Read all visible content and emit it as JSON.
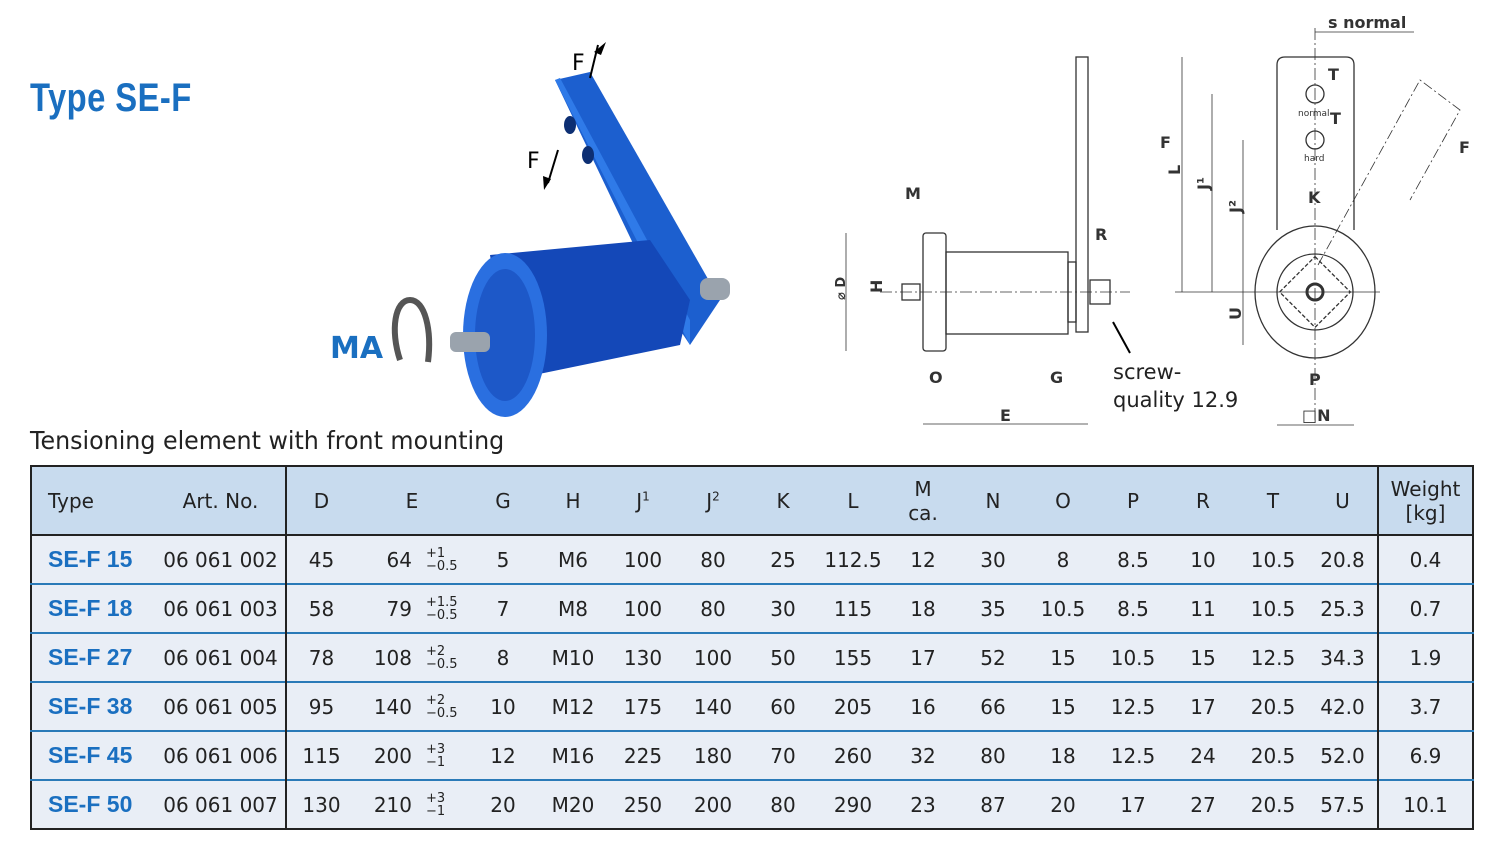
{
  "title": "Type SE-F",
  "subtitle": "Tensioning element with front mounting",
  "photo_labels": {
    "force_top": "F",
    "force_mid": "F",
    "torque": "MA"
  },
  "drawing_labels": {
    "M": "M",
    "D": "⌀ D",
    "H": "H",
    "R": "R",
    "O": "O",
    "G": "G",
    "E": "E",
    "screw_line1": "screw-",
    "screw_line2": "quality 12.9",
    "s_normal": "s normal",
    "T1": "T",
    "T2": "T",
    "normal": "normal",
    "hard": "hard",
    "F_left": "F",
    "F_right": "F",
    "L": "L",
    "J1": "J¹",
    "J2": "J²",
    "K": "K",
    "U": "U",
    "P": "P",
    "N": "□N"
  },
  "table": {
    "headers": {
      "type": "Type",
      "art": "Art. No.",
      "D": "D",
      "E": "E",
      "G": "G",
      "H": "H",
      "J1": "J",
      "J1_sup": "1",
      "J2": "J",
      "J2_sup": "2",
      "K": "K",
      "L": "L",
      "M": "M",
      "M_sub": "ca.",
      "N": "N",
      "O": "O",
      "P": "P",
      "R": "R",
      "T": "T",
      "U": "U",
      "weight": "Weight",
      "weight_unit": "[kg]"
    },
    "rows": [
      {
        "type": "SE-F 15",
        "art": "06 061 002",
        "D": "45",
        "E": "64",
        "E_plus": "+1",
        "E_minus": "−0.5",
        "G": "5",
        "H": "M6",
        "J1": "100",
        "J2": "80",
        "K": "25",
        "L": "112.5",
        "M": "12",
        "N": "30",
        "O": "8",
        "P": "8.5",
        "R": "10",
        "T": "10.5",
        "U": "20.8",
        "weight": "0.4"
      },
      {
        "type": "SE-F 18",
        "art": "06 061 003",
        "D": "58",
        "E": "79",
        "E_plus": "+1.5",
        "E_minus": "−0.5",
        "G": "7",
        "H": "M8",
        "J1": "100",
        "J2": "80",
        "K": "30",
        "L": "115",
        "M": "18",
        "N": "35",
        "O": "10.5",
        "P": "8.5",
        "R": "11",
        "T": "10.5",
        "U": "25.3",
        "weight": "0.7"
      },
      {
        "type": "SE-F 27",
        "art": "06 061 004",
        "D": "78",
        "E": "108",
        "E_plus": "+2",
        "E_minus": "−0.5",
        "G": "8",
        "H": "M10",
        "J1": "130",
        "J2": "100",
        "K": "50",
        "L": "155",
        "M": "17",
        "N": "52",
        "O": "15",
        "P": "10.5",
        "R": "15",
        "T": "12.5",
        "U": "34.3",
        "weight": "1.9"
      },
      {
        "type": "SE-F 38",
        "art": "06 061 005",
        "D": "95",
        "E": "140",
        "E_plus": "+2",
        "E_minus": "−0.5",
        "G": "10",
        "H": "M12",
        "J1": "175",
        "J2": "140",
        "K": "60",
        "L": "205",
        "M": "16",
        "N": "66",
        "O": "15",
        "P": "12.5",
        "R": "17",
        "T": "20.5",
        "U": "42.0",
        "weight": "3.7"
      },
      {
        "type": "SE-F 45",
        "art": "06 061 006",
        "D": "115",
        "E": "200",
        "E_plus": "+3",
        "E_minus": "−1",
        "G": "12",
        "H": "M16",
        "J1": "225",
        "J2": "180",
        "K": "70",
        "L": "260",
        "M": "32",
        "N": "80",
        "O": "18",
        "P": "12.5",
        "R": "24",
        "T": "20.5",
        "U": "52.0",
        "weight": "6.9"
      },
      {
        "type": "SE-F 50",
        "art": "06 061 007",
        "D": "130",
        "E": "210",
        "E_plus": "+3",
        "E_minus": "−1",
        "G": "20",
        "H": "M20",
        "J1": "250",
        "J2": "200",
        "K": "80",
        "L": "290",
        "M": "23",
        "N": "87",
        "O": "20",
        "P": "17",
        "R": "27",
        "T": "20.5",
        "U": "57.5",
        "weight": "10.1"
      }
    ]
  },
  "colors": {
    "accent": "#1a6fc0",
    "header_bg": "#c8dbee",
    "row_bg": "#e9eef6",
    "row_line": "#2a7ab8"
  }
}
